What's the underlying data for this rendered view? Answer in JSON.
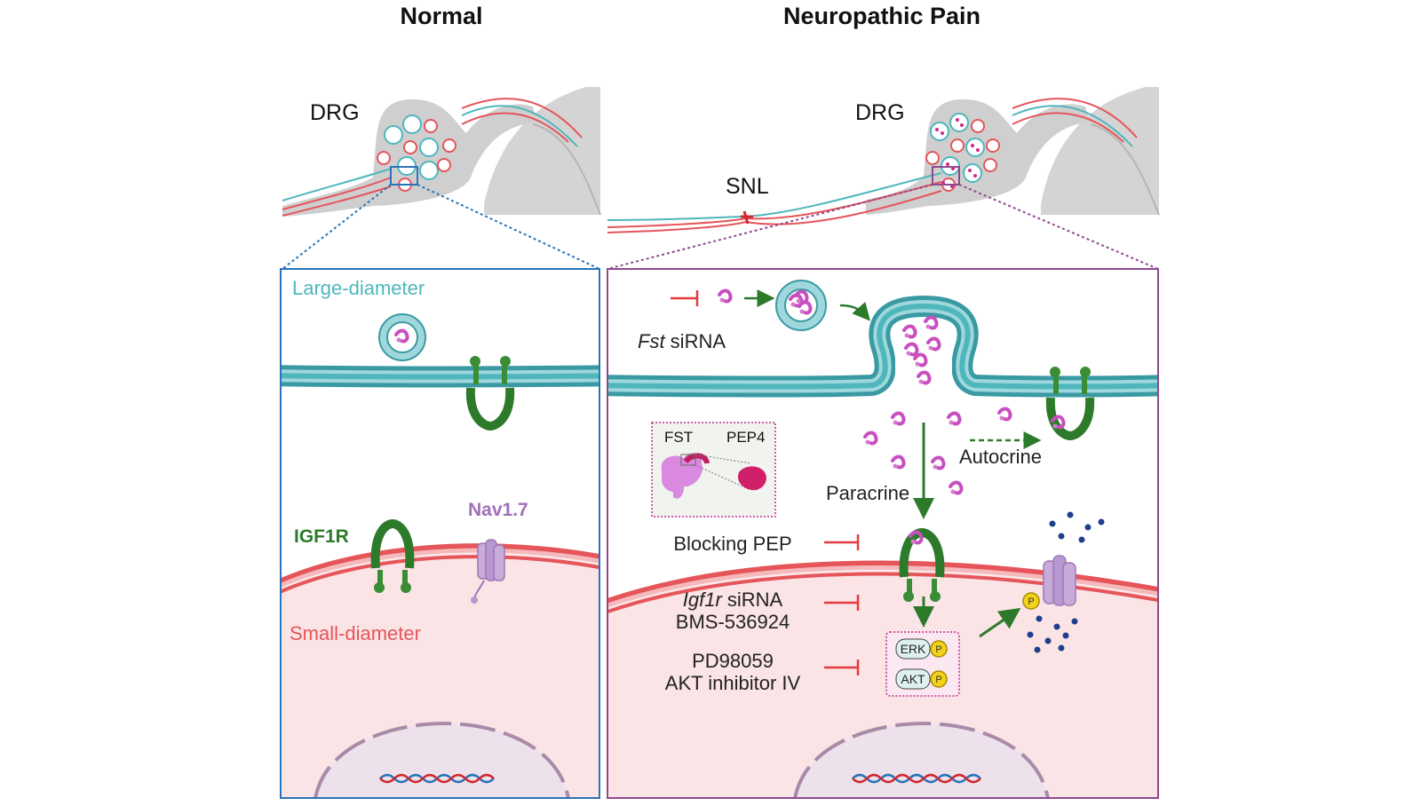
{
  "header": {
    "normal": "Normal",
    "neuropathic": "Neuropathic Pain"
  },
  "top": {
    "drg_left": "DRG",
    "drg_right": "DRG",
    "snl": "SNL"
  },
  "left_panel": {
    "large_diameter": "Large-diameter",
    "small_diameter": "Small-diameter",
    "igf1r": "IGF1R",
    "nav17": "Nav1.7"
  },
  "right_panel": {
    "fst_sirna_italic": "Fst",
    "fst_sirna_rest": " siRNA",
    "inset_fst": "FST",
    "inset_pep4": "PEP4",
    "paracrine": "Paracrine",
    "autocrine": "Autocrine",
    "blocking_pep": "Blocking PEP",
    "igf1r_sirna_italic": "Igf1r",
    "igf1r_sirna_rest": " siRNA",
    "bms": "BMS-536924",
    "pd98059": "PD98059",
    "akt_inhibitor": "AKT inhibitor IV",
    "erk": "ERK",
    "akt": "AKT",
    "p": "P"
  },
  "colors": {
    "blue": "#2a73b8",
    "purple": "#8e4a8f",
    "teal": "#4fb6bc",
    "red": "#e5555a",
    "green": "#2d7a2a",
    "magenta": "#c02a8e",
    "nav_purple": "#b898d0"
  }
}
